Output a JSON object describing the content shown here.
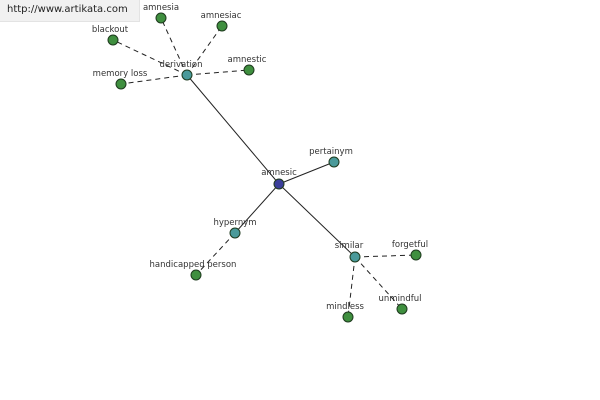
{
  "watermark": {
    "text": "http://www.artikata.com"
  },
  "graph": {
    "nodes": [
      {
        "id": "amnesic",
        "label": "amnesic",
        "kind": "center"
      },
      {
        "id": "derivation",
        "label": "derivation",
        "kind": "relation"
      },
      {
        "id": "pertainym",
        "label": "pertainym",
        "kind": "relation"
      },
      {
        "id": "hypernym",
        "label": "hypernym",
        "kind": "relation"
      },
      {
        "id": "similar",
        "label": "similar",
        "kind": "relation"
      },
      {
        "id": "amnesia",
        "label": "amnesia",
        "kind": "word"
      },
      {
        "id": "amnesiac",
        "label": "amnesiac",
        "kind": "word"
      },
      {
        "id": "blackout",
        "label": "blackout",
        "kind": "word"
      },
      {
        "id": "amnestic",
        "label": "amnestic",
        "kind": "word"
      },
      {
        "id": "memory_loss",
        "label": "memory loss",
        "kind": "word"
      },
      {
        "id": "handicapped_person",
        "label": "handicapped person",
        "kind": "word"
      },
      {
        "id": "forgetful",
        "label": "forgetful",
        "kind": "word"
      },
      {
        "id": "mindless",
        "label": "mindless",
        "kind": "word"
      },
      {
        "id": "unmindful",
        "label": "unmindful",
        "kind": "word"
      }
    ],
    "edges": [
      {
        "from": "amnesic",
        "to": "derivation",
        "style": "solid"
      },
      {
        "from": "amnesic",
        "to": "pertainym",
        "style": "solid"
      },
      {
        "from": "amnesic",
        "to": "hypernym",
        "style": "solid"
      },
      {
        "from": "amnesic",
        "to": "similar",
        "style": "solid"
      },
      {
        "from": "derivation",
        "to": "amnesia",
        "style": "dashed"
      },
      {
        "from": "derivation",
        "to": "amnesiac",
        "style": "dashed"
      },
      {
        "from": "derivation",
        "to": "blackout",
        "style": "dashed"
      },
      {
        "from": "derivation",
        "to": "amnestic",
        "style": "dashed"
      },
      {
        "from": "derivation",
        "to": "memory_loss",
        "style": "dashed"
      },
      {
        "from": "hypernym",
        "to": "handicapped_person",
        "style": "dashed"
      },
      {
        "from": "similar",
        "to": "forgetful",
        "style": "dashed"
      },
      {
        "from": "similar",
        "to": "mindless",
        "style": "dashed"
      },
      {
        "from": "similar",
        "to": "unmindful",
        "style": "dashed"
      }
    ],
    "colors": {
      "center": "#3b3f9a",
      "relation": "#4a9a9a",
      "word": "#3f8f3f"
    }
  }
}
